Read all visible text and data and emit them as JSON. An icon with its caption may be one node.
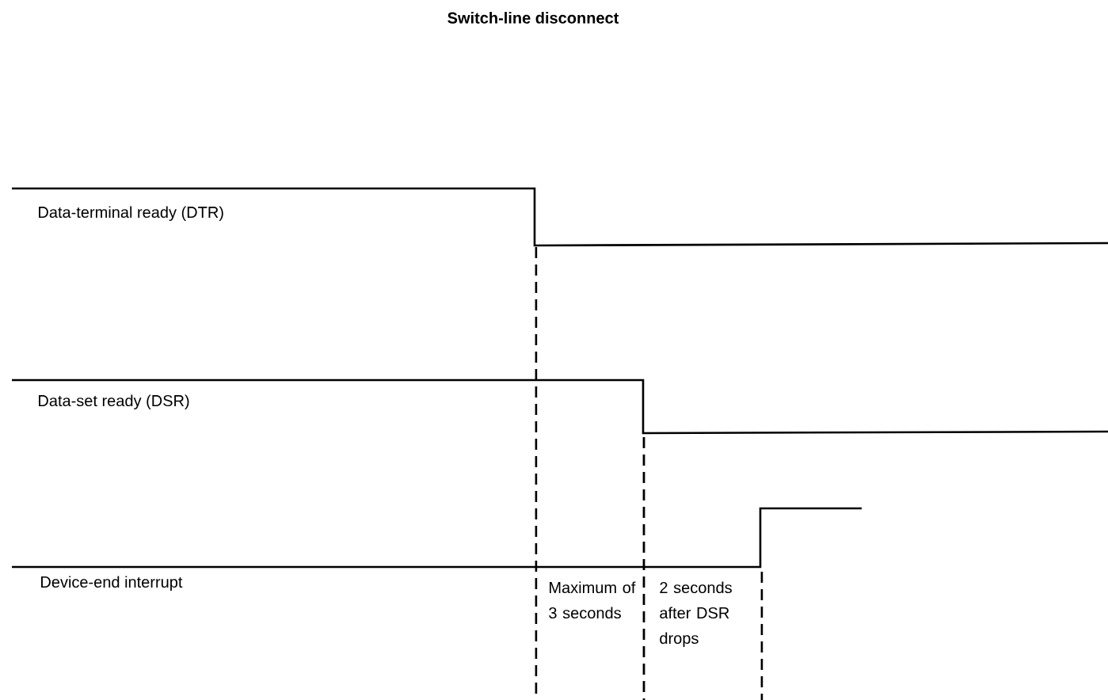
{
  "diagram": {
    "title": "Switch-line disconnect",
    "labels": [
      "Data-terminal ready (DTR)",
      "Data-set ready (DSR)",
      "Device-end interrupt",
      "Maximum of 3 seconds",
      "2 seconds after DSR drops"
    ]
  }
}
